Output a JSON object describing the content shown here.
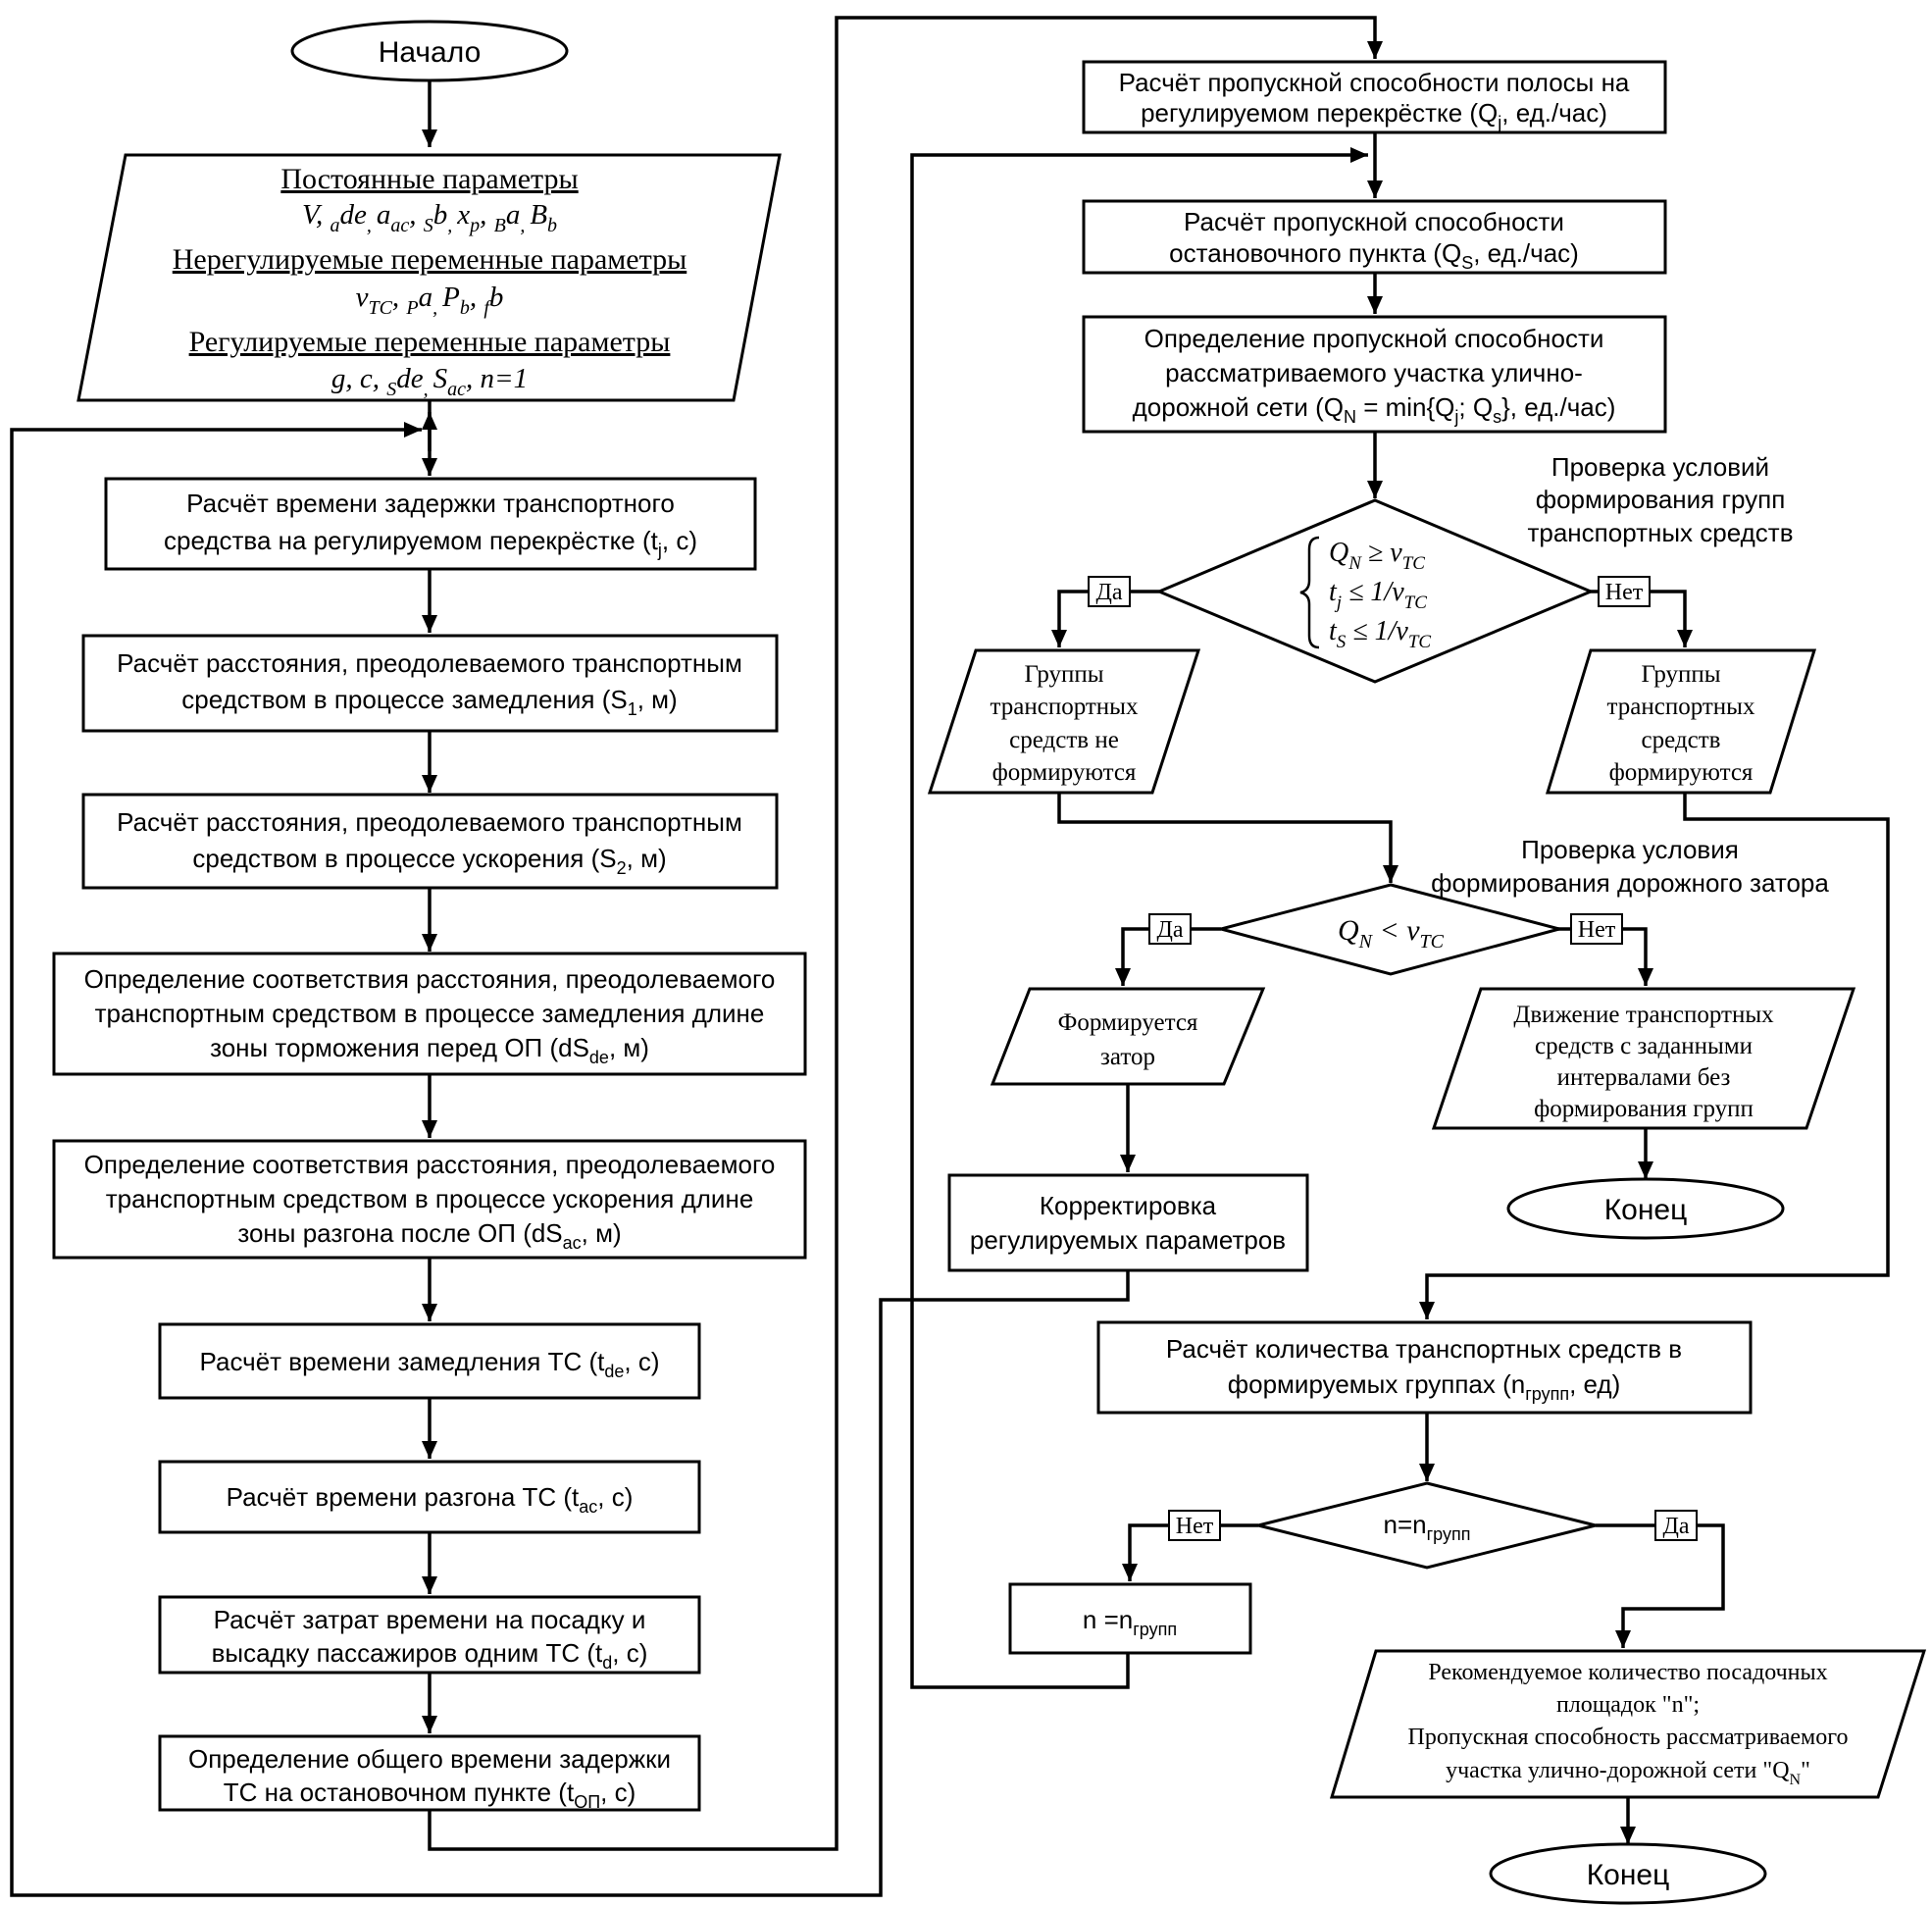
{
  "start": {
    "text": "Начало"
  },
  "inputs": {
    "const_title": "Постоянные параметры",
    "const_vars": [
      "V, ",
      "a",
      "de",
      ", ",
      "a",
      "ac",
      ", ",
      "S",
      "b",
      ", ",
      "x",
      "p",
      ", ",
      "B",
      "a",
      ", ",
      "B",
      "b",
      ""
    ],
    "unreg_title": "Нерегулируемые переменные параметры",
    "unreg_vars": [
      "v",
      "TC",
      ", ",
      "P",
      "a",
      ", ",
      "P",
      "b",
      ", ",
      "f",
      "b",
      ""
    ],
    "reg_title": "Регулируемые переменные параметры",
    "reg_vars": [
      "g, c, ",
      "S",
      "de",
      ", ",
      "S",
      "ac",
      ", n=1"
    ]
  },
  "left_column": {
    "step1": [
      "Расчёт времени задержки транспортного",
      "средства на регулируемом перекрёстке (t",
      "j",
      ", c)"
    ],
    "step2": [
      "Расчёт расстояния, преодолеваемого транспортным",
      "средством в процессе замедления (S",
      "1",
      ", м)"
    ],
    "step3": [
      "Расчёт расстояния, преодолеваемого транспортным",
      "средством в процессе ускорения (S",
      "2",
      ", м)"
    ],
    "step4": [
      "Определение соответствия расстояния, преодолеваемого",
      "транспортным средством в процессе замедления длине",
      "зоны торможения перед ОП  (dS",
      "de",
      ", м)"
    ],
    "step5": [
      "Определение соответствия расстояния, преодолеваемого",
      "транспортным средством в процессе ускорения длине",
      "зоны разгона после ОП  (dS",
      "ac",
      ", м)"
    ],
    "step6": [
      "Расчёт времени замедления ТС (t",
      "de",
      ", c)"
    ],
    "step7": [
      "Расчёт времени разгона ТС (t",
      "ac",
      ", c)"
    ],
    "step8": [
      "Расчёт затрат времени на посадку и",
      "высадку пассажиров одним ТС (t",
      "d",
      ", c)"
    ],
    "step9": [
      "Определение общего времени задержки",
      "ТС на остановочном пункте (t",
      "ОП",
      ", c)"
    ]
  },
  "right_column": {
    "lane_capacity": [
      "Расчёт пропускной способности полосы на",
      "регулируемом перекрёстке (Q",
      "j",
      ", ед./час)"
    ],
    "stop_capacity": [
      "Расчёт пропускной способности",
      "остановочного пункта (Q",
      "S",
      ", ед./час)"
    ],
    "section_capacity": [
      "Определение пропускной способности",
      "рассматриваемого участка  улично-",
      "дорожной сети (Q",
      "N",
      " = min{Q",
      "j",
      "; Q",
      "s",
      "}, ед./час)"
    ],
    "check_groups_title": [
      "Проверка условий",
      "формирования групп",
      "транспортных средств"
    ],
    "cond1": [
      "Q",
      "N",
      " ≥ ν",
      "TC"
    ],
    "cond2": [
      "t",
      "j",
      " ≤ 1/ν",
      "TC"
    ],
    "cond3": [
      "t",
      "S",
      " ≤ 1/ν",
      "TC"
    ],
    "yes1": "Да",
    "no1": "Нет",
    "groups_not_formed": [
      "Группы",
      "транспортных",
      "средств не",
      "формируются"
    ],
    "groups_formed": [
      "Группы",
      "транспортных",
      "средств",
      "формируются"
    ],
    "check_jam_title": [
      "Проверка условия",
      "формирования дорожного затора"
    ],
    "jam_cond": [
      "Q",
      "N",
      " < ν",
      "TC"
    ],
    "yes2": "Да",
    "no2": "Нет",
    "jam_forms": [
      "Формируется",
      "затор"
    ],
    "movement": [
      "Движение транспортных",
      "средств с заданными",
      "интервалами без",
      "формирования групп"
    ],
    "end1": "Конец",
    "adjust": [
      "Корректировка",
      "регулируемых параметров"
    ],
    "group_count": [
      "Расчёт количества транспортных средств в",
      "формируемых группах (n",
      "групп",
      ", ед)"
    ],
    "n_cond": [
      "n=n",
      "групп"
    ],
    "no3": "Нет",
    "yes3": "Да",
    "n_assign": [
      "n =n",
      "групп"
    ],
    "result": [
      "Рекомендуемое количество посадочных",
      "площадок \"n\";",
      "Пропускная способность рассматриваемого",
      "участка улично-дорожной сети \"Q",
      "N",
      "\""
    ],
    "end2": "Конец"
  }
}
